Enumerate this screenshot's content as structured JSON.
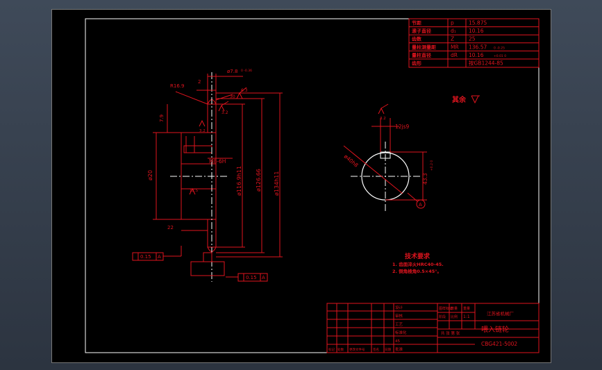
{
  "param_table": {
    "rows": [
      {
        "name": "节距",
        "symbol": "p",
        "value": "15.875"
      },
      {
        "name": "滚子直径",
        "symbol": "d₁",
        "value": "10.16"
      },
      {
        "name": "齿数",
        "symbol": "Z",
        "value": "25"
      },
      {
        "name": "量柱测量距",
        "symbol": "MR",
        "value": "136.57",
        "tol": "0\n-0.25"
      },
      {
        "name": "量柱直径",
        "symbol": "dR",
        "value": "10.16",
        "tol": "+0.01\n0"
      },
      {
        "name": "齿形",
        "symbol": "",
        "value": "按GB1244-85"
      }
    ]
  },
  "side_view": {
    "dims": {
      "r169": "R16.9",
      "d78": "ø7.8",
      "d78_tol": "0\n-0.36",
      "v2": "2",
      "v30": "30",
      "v79": "7.9",
      "m8": "M8-6H",
      "d20": "ø20",
      "d1169": "ø116.9h11",
      "d12666": "ø126.66",
      "d134": "ø134h11",
      "v22": "22",
      "r63": "6.3",
      "r32a": "3.2",
      "r32b": "3.2",
      "r125": "12.5"
    },
    "gtol1_value": "0.15",
    "gtol1_datum": "A",
    "gtol2_value": "0.15",
    "gtol2_datum": "A"
  },
  "front_view": {
    "keyway_width": "12js9",
    "bore": "ø40h8",
    "keyway_depth": "43.3",
    "keyway_depth_tol": "+0.2\n0",
    "datum": "A",
    "r32": "3.2"
  },
  "other_surface_note": "其余",
  "tech_req": {
    "title": "技术要求",
    "items": [
      "1. 齿面淬火HRC40-45.",
      "2. 倒角棱角0.5×45°。"
    ]
  },
  "title_block": {
    "company": "江苏省机械厂",
    "part_name": "喂入链轮",
    "drawing_no": "CBG421-5002",
    "scale": "1:1",
    "sheet_info": "共 张 第 张",
    "labels": [
      "标记",
      "处数",
      "更改文件号",
      "签名",
      "日期",
      "设计",
      "审核",
      "工艺",
      "标准化",
      "批准",
      "图样标记",
      "数量",
      "重量",
      "比例",
      "阶段"
    ],
    "material": "45"
  },
  "colors": {
    "line": "#e0141e",
    "center": "#ffffff",
    "frame": "#ffffff"
  }
}
